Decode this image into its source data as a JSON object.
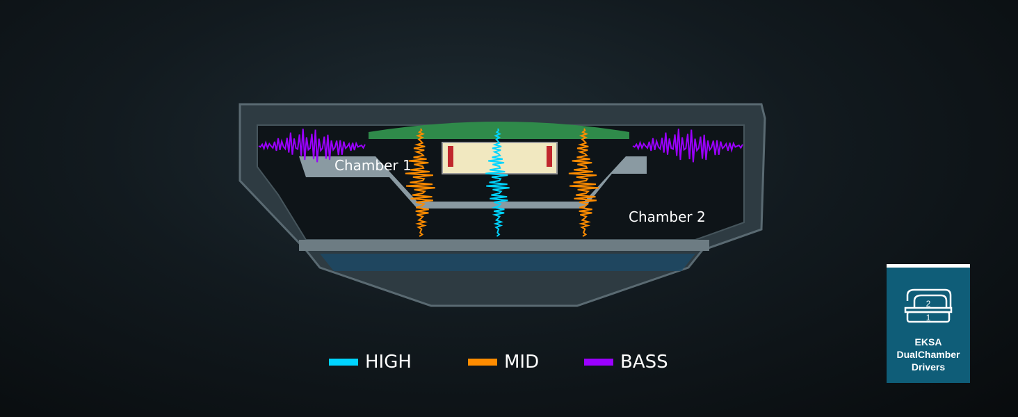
{
  "labels": {
    "chamber1": "Chamber 1",
    "chamber2": "Chamber 2"
  },
  "legend": [
    {
      "label": "HIGH",
      "color": "#00d4ff"
    },
    {
      "label": "MID",
      "color": "#ff8c00"
    },
    {
      "label": "BASS",
      "color": "#9b00ff"
    }
  ],
  "badge": {
    "icon": "dual-chamber-icon",
    "num_top": "2",
    "num_bottom": "1",
    "line1": "EKSA",
    "line2": "DualChamber",
    "line3": "Drivers",
    "color": "#0f5d78"
  }
}
